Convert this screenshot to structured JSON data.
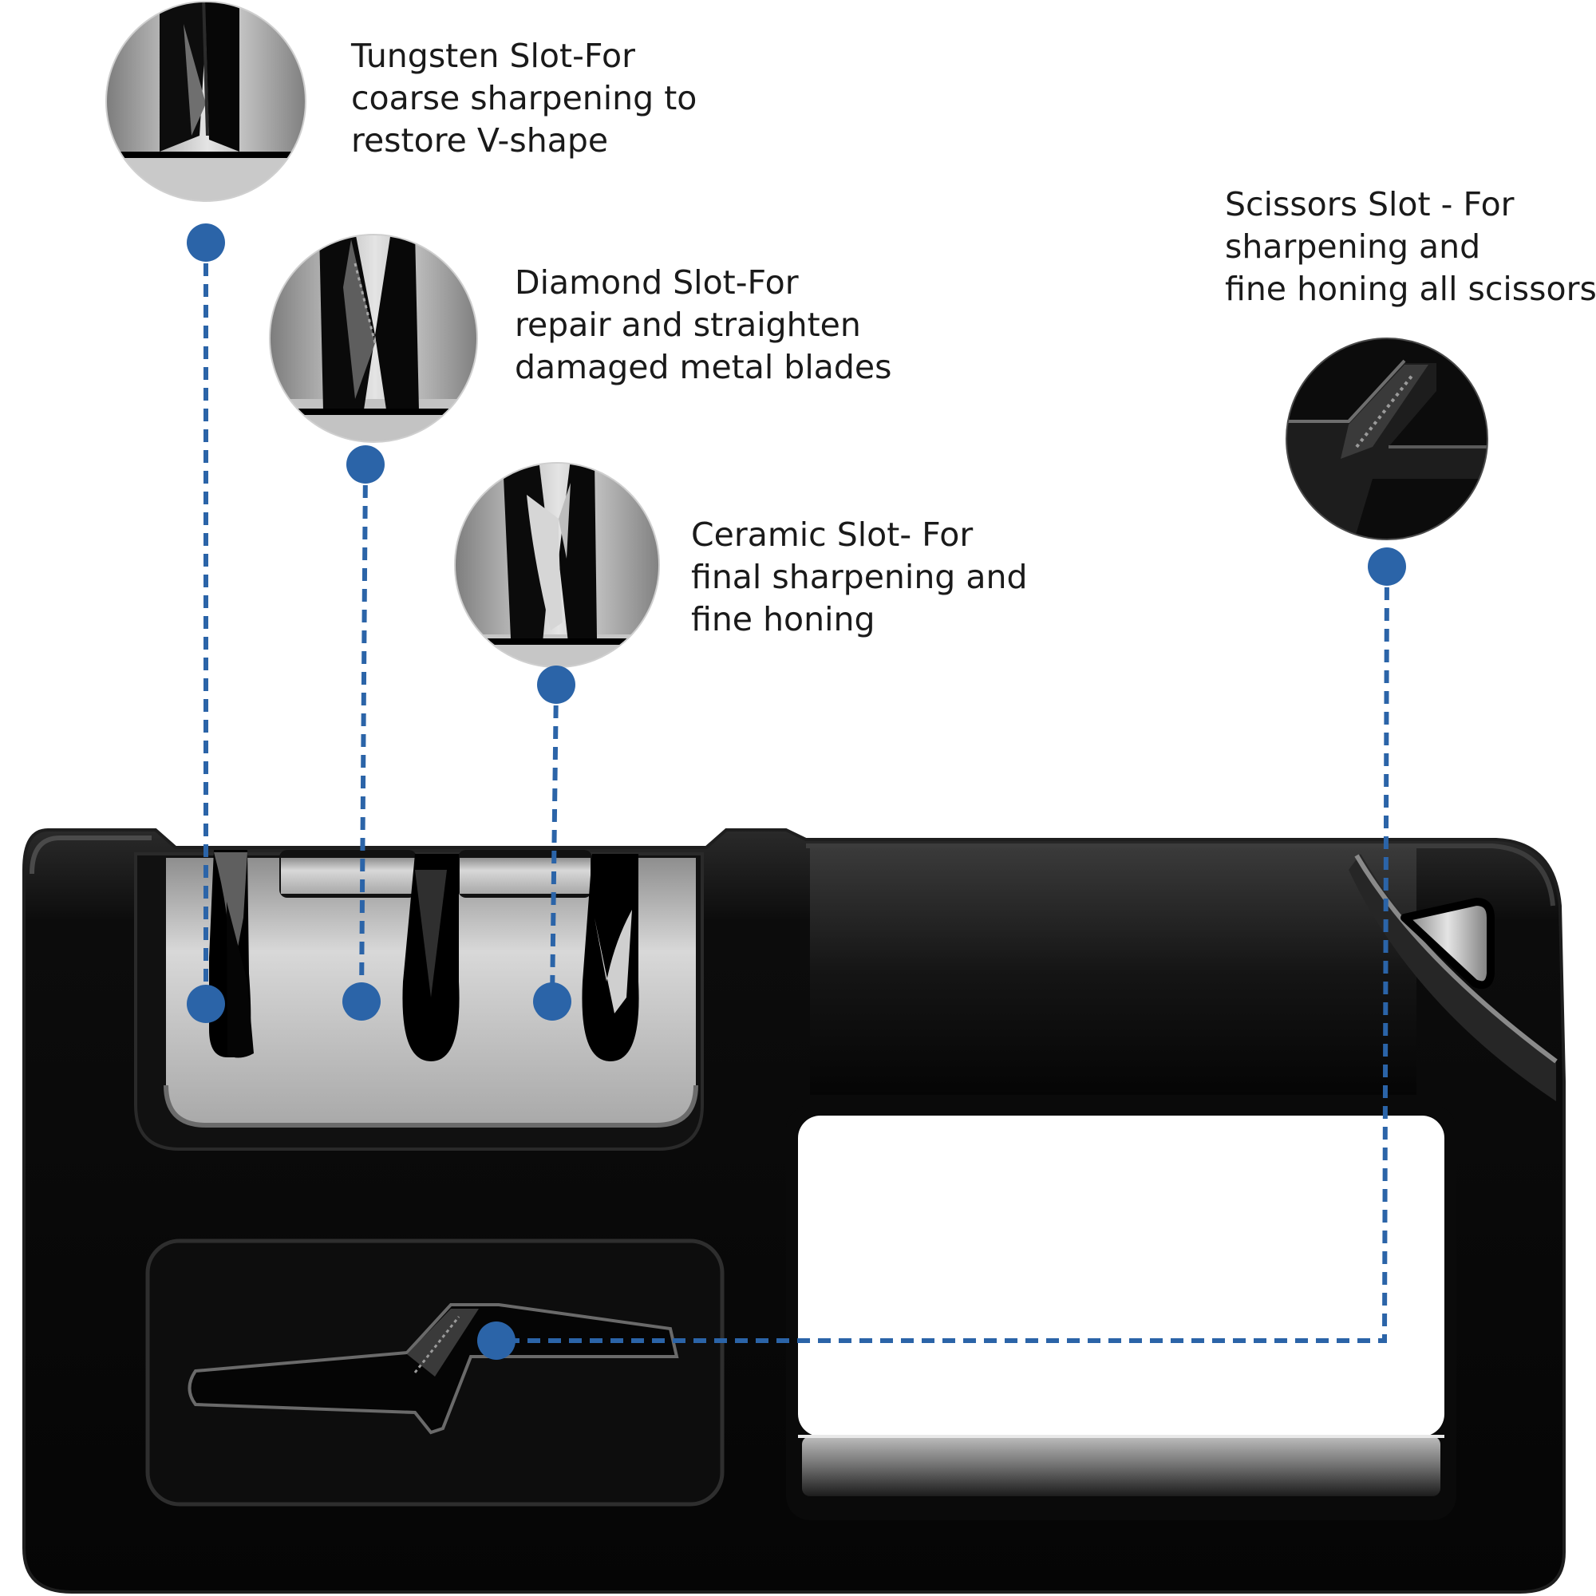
{
  "colors": {
    "accent": "#2b64a8",
    "body": "#0b0b0b",
    "metal": "#b9b9b9",
    "text": "#1a1a1a"
  },
  "slots": [
    {
      "id": "tungsten",
      "lines": [
        "Tungsten Slot-For",
        "coarse sharpening to",
        "restore V-shape"
      ]
    },
    {
      "id": "diamond",
      "lines": [
        "Diamond Slot-For",
        "repair and straighten",
        "damaged metal blades"
      ]
    },
    {
      "id": "ceramic",
      "lines": [
        "Ceramic Slot- For",
        "final sharpening and",
        "fine honing"
      ]
    },
    {
      "id": "scissors",
      "lines": [
        "Scissors Slot - For",
        "sharpening and",
        "fine honing all scissors"
      ]
    }
  ]
}
